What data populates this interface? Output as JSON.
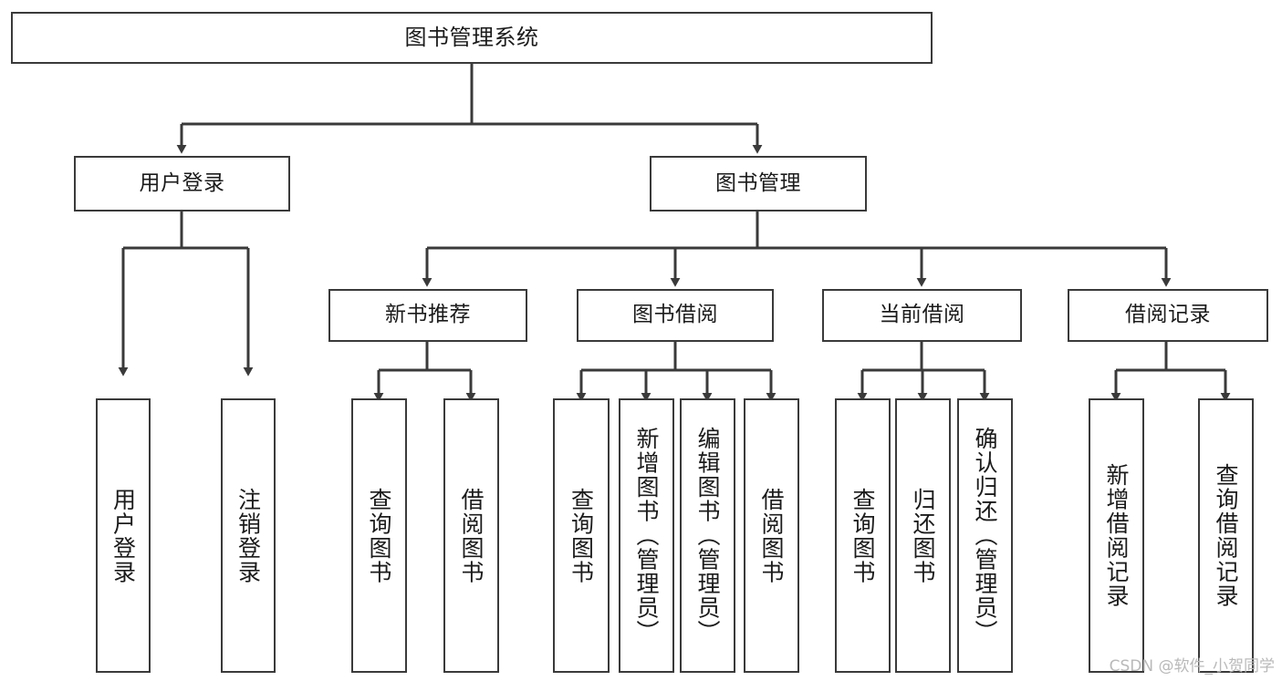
{
  "diagram": {
    "title": "图书管理系统",
    "type": "tree",
    "watermark": "CSDN @软件_小贺同学",
    "nodes": {
      "root": {
        "label": "图书管理系统",
        "orientation": "horizontal"
      },
      "l2": [
        {
          "id": "user_login",
          "label": "用户登录",
          "orientation": "horizontal"
        },
        {
          "id": "book_mgmt",
          "label": "图书管理",
          "orientation": "horizontal"
        }
      ],
      "l3": [
        {
          "id": "new_book_rec",
          "label": "新书推荐",
          "orientation": "horizontal"
        },
        {
          "id": "book_borrow",
          "label": "图书借阅",
          "orientation": "horizontal"
        },
        {
          "id": "current_borrow",
          "label": "当前借阅",
          "orientation": "horizontal"
        },
        {
          "id": "borrow_record",
          "label": "借阅记录",
          "orientation": "horizontal"
        }
      ],
      "leaves": {
        "user_login": [
          {
            "id": "leaf_user_login",
            "label": "用户登录",
            "orientation": "vertical"
          },
          {
            "id": "leaf_logout",
            "label": "注销登录",
            "orientation": "vertical"
          }
        ],
        "new_book_rec": [
          {
            "id": "leaf_query_book_1",
            "label": "查询图书",
            "orientation": "vertical"
          },
          {
            "id": "leaf_borrow_book_1",
            "label": "借阅图书",
            "orientation": "vertical"
          }
        ],
        "book_borrow": [
          {
            "id": "leaf_query_book_2",
            "label": "查询图书",
            "orientation": "vertical"
          },
          {
            "id": "leaf_add_book",
            "label": "新增图书（管理员）",
            "orientation": "vertical"
          },
          {
            "id": "leaf_edit_book",
            "label": "编辑图书（管理员）",
            "orientation": "vertical"
          },
          {
            "id": "leaf_borrow_book_2",
            "label": "借阅图书",
            "orientation": "vertical"
          }
        ],
        "current_borrow": [
          {
            "id": "leaf_query_book_3",
            "label": "查询图书",
            "orientation": "vertical"
          },
          {
            "id": "leaf_return_book",
            "label": "归还图书",
            "orientation": "vertical"
          },
          {
            "id": "leaf_confirm_return",
            "label": "确认归还（管理员）",
            "orientation": "vertical"
          }
        ],
        "borrow_record": [
          {
            "id": "leaf_add_record",
            "label": "新增借阅记录",
            "orientation": "vertical"
          },
          {
            "id": "leaf_query_record",
            "label": "查询借阅记录",
            "orientation": "vertical"
          }
        ]
      }
    },
    "colors": {
      "stroke": "#3a3a3a",
      "fill": "#ffffff",
      "text": "#1b1b1b",
      "watermark": "#b9b9b9"
    }
  }
}
